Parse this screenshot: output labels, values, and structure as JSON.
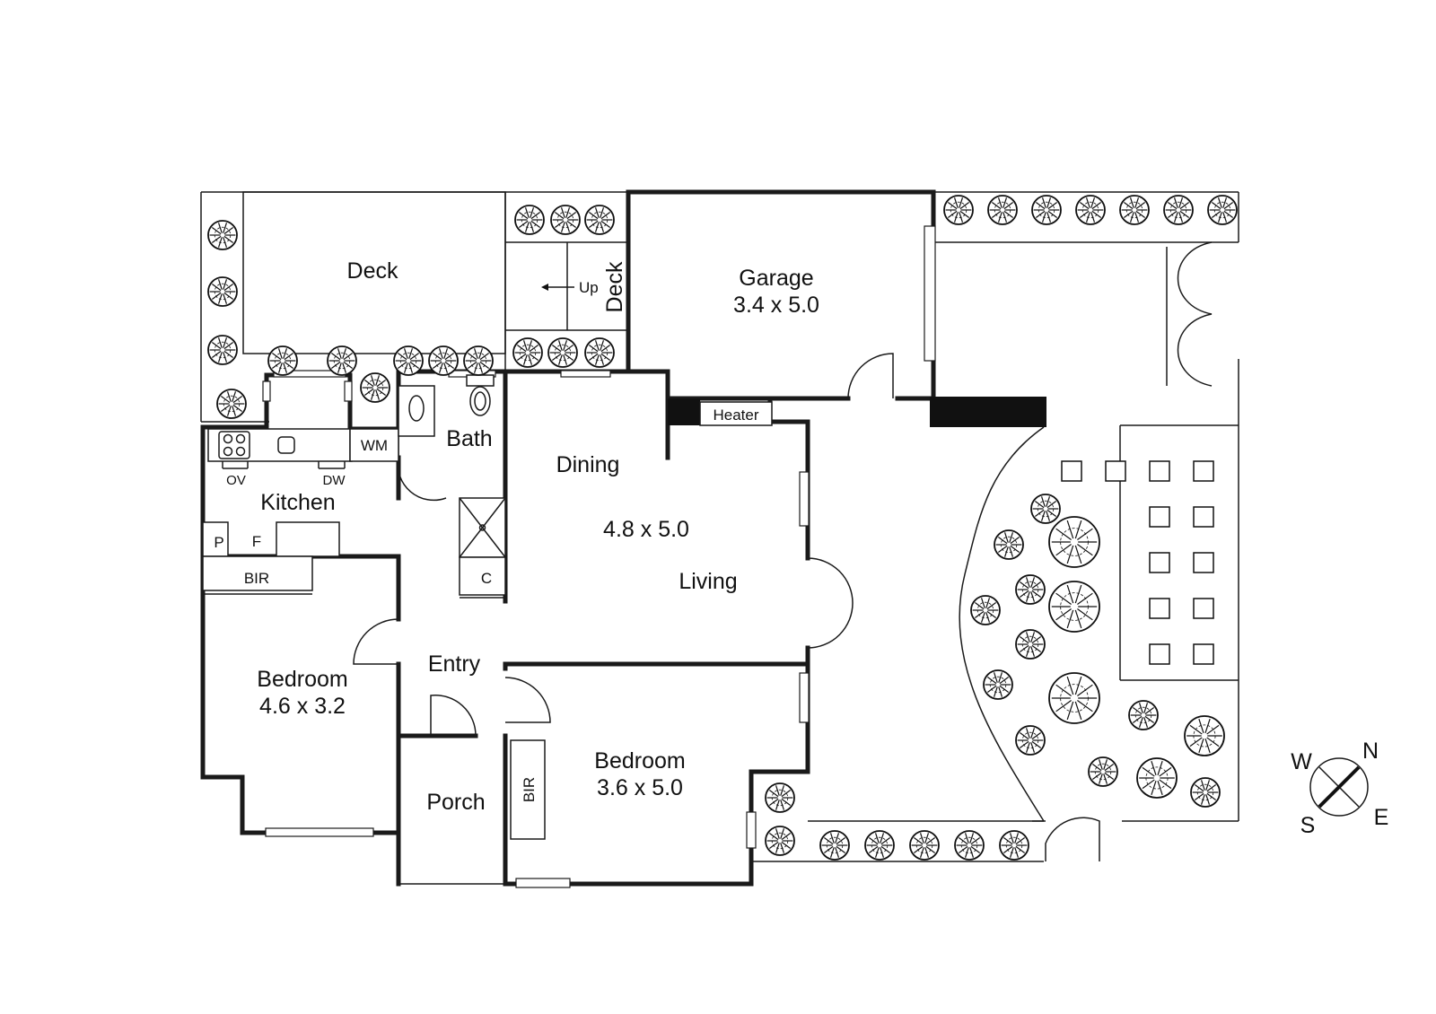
{
  "rooms": {
    "deck_top": "Deck",
    "deck_side": "Deck",
    "up": "Up",
    "garage": "Garage",
    "garage_dims": "3.4 x 5.0",
    "heater": "Heater",
    "bath": "Bath",
    "wm": "WM",
    "ov": "OV",
    "dw": "DW",
    "kitchen": "Kitchen",
    "pantry": "P",
    "fridge": "F",
    "bir_kitchen": "BIR",
    "cupboard": "C",
    "dining": "Dining",
    "dining_dims": "4.8 x 5.0",
    "living": "Living",
    "entry": "Entry",
    "bedroom1": "Bedroom",
    "bedroom1_dims": "4.6 x 3.2",
    "porch": "Porch",
    "bir_bedroom": "BIR",
    "bedroom2": "Bedroom",
    "bedroom2_dims": "3.6 x 5.0"
  },
  "compass": {
    "n": "N",
    "e": "E",
    "s": "S",
    "w": "W"
  },
  "icons": {
    "tree": "tree-icon",
    "paver": "paver-square-icon",
    "stove": "cooktop-icon",
    "sink": "sink-icon",
    "toilet": "toilet-icon",
    "basin": "basin-icon",
    "shower": "shower-icon",
    "compass": "compass-icon"
  }
}
